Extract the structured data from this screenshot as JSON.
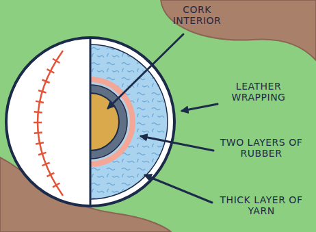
{
  "diagram": {
    "labels": [
      "CORK INTERIOR",
      "LEATHER WRAPPING",
      "TWO LAYERS OF RUBBER",
      "THICK LAYER OF YARN"
    ]
  }
}
